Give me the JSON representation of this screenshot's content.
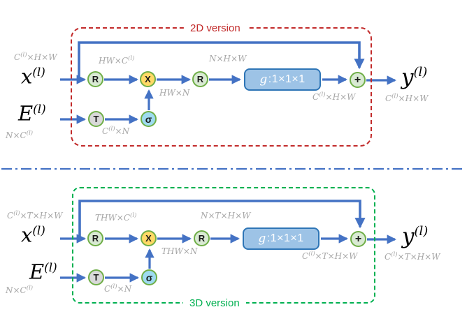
{
  "colors": {
    "wire_blue": "#4472C4",
    "node_border_green": "#6FAE47",
    "reshape_fill": "#D9EAD3",
    "multiply_fill": "#FFD966",
    "softmax_fill": "#9EDBF0",
    "transpose_fill": "#D9D9D9",
    "conv_fill": "#9DC3E6",
    "conv_border": "#2E75B6",
    "box_2d_red": "#C22B2B",
    "box_3d_green": "#00B050",
    "dim_label_gray": "#A6A6A6"
  },
  "panels": [
    {
      "version_label": "2D version",
      "input_var": [
        "x",
        "^(l)"
      ],
      "embed_var": [
        "E",
        "^(l)"
      ],
      "output_var": [
        "y",
        "^(l)"
      ],
      "nodes": {
        "reshape1": "R",
        "multiply": "X",
        "reshape2": "R",
        "transpose": "T",
        "softmax": "σ",
        "add": "+"
      },
      "conv": {
        "fn": "g",
        "args": ":1×1×1"
      },
      "dims": {
        "input": [
          "C",
          "^(l)",
          "×H×W"
        ],
        "embed": [
          "N×C",
          "^(l)"
        ],
        "after_reshape1": [
          "HW×C",
          "^(l)"
        ],
        "attention_map": [
          "HW×N"
        ],
        "after_transpose": [
          "C",
          "^(l)",
          "×N"
        ],
        "after_reshape2": [
          "N×H×W"
        ],
        "conv_out": [
          "C",
          "^(l)",
          "×H×W"
        ],
        "output": [
          "C",
          "^(l)",
          "×H×W"
        ]
      }
    },
    {
      "version_label": "3D version",
      "input_var": [
        "x",
        "^(l)"
      ],
      "embed_var": [
        "E",
        "^(l)"
      ],
      "output_var": [
        "y",
        "^(l)"
      ],
      "nodes": {
        "reshape1": "R",
        "multiply": "X",
        "reshape2": "R",
        "transpose": "T",
        "softmax": "σ",
        "add": "+"
      },
      "conv": {
        "fn": "g",
        "args": ":1×1×1"
      },
      "dims": {
        "input": [
          "C",
          "^(l)",
          "×T×H×W"
        ],
        "embed": [
          "N×C",
          "^(l)"
        ],
        "after_reshape1": [
          "THW×C",
          "^(l)"
        ],
        "attention_map": [
          "THW×N"
        ],
        "after_transpose": [
          "C",
          "^(l)",
          "×N"
        ],
        "after_reshape2": [
          "N×T×H×W"
        ],
        "conv_out": [
          "C",
          "^(l)",
          "×T×H×W"
        ],
        "output": [
          "C",
          "^(l)",
          "×T×H×W"
        ]
      }
    }
  ]
}
